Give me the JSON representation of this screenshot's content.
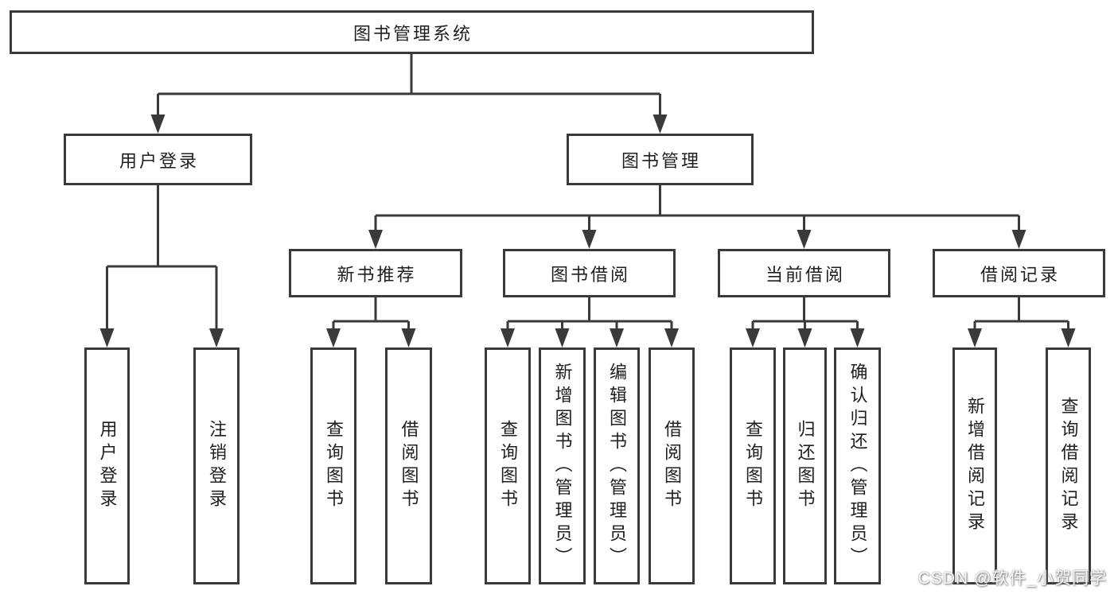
{
  "diagram": {
    "title": "图书管理系统",
    "children": [
      {
        "label": "用户登录",
        "children": [
          {
            "label": "用户登录"
          },
          {
            "label": "注销登录"
          }
        ]
      },
      {
        "label": "图书管理",
        "children": [
          {
            "label": "新书推荐",
            "children": [
              {
                "label": "查询图书"
              },
              {
                "label": "借阅图书"
              }
            ]
          },
          {
            "label": "图书借阅",
            "children": [
              {
                "label": "查询图书"
              },
              {
                "label": "新增图书（管理员）"
              },
              {
                "label": "编辑图书（管理员）"
              },
              {
                "label": "借阅图书"
              }
            ]
          },
          {
            "label": "当前借阅",
            "children": [
              {
                "label": "查询图书"
              },
              {
                "label": "归还图书"
              },
              {
                "label": "确认归还（管理员）"
              }
            ]
          },
          {
            "label": "借阅记录",
            "children": [
              {
                "label": "新增借阅记录"
              },
              {
                "label": "查询借阅记录"
              }
            ]
          }
        ]
      }
    ]
  },
  "watermark": {
    "text": "CSDN @软件_小贺同学"
  },
  "colors": {
    "line": "#3a3a3a",
    "text": "#1f1f1f",
    "watermark_shadow": "#7a7a7a"
  }
}
